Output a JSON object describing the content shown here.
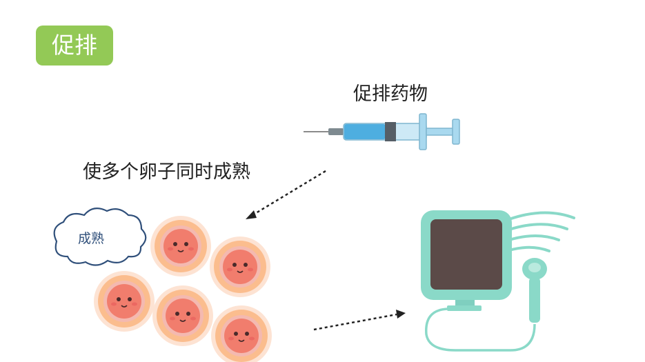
{
  "badge": {
    "label": "促排"
  },
  "syringe": {
    "label": "促排药物"
  },
  "effect": {
    "label": "使多个卵子同时成熟"
  },
  "cloud": {
    "label": "成熟"
  },
  "colors": {
    "badge": "#93c956",
    "egg_outer": "#fde3d3",
    "egg_mid": "#fbbd8e",
    "egg_core": "#f17d6d",
    "ultrasound_frame": "#8ad9c8",
    "ultrasound_screen": "#5b4a48",
    "syringe_barrel": "#a9d9ef",
    "syringe_liquid": "#4eaee0"
  }
}
